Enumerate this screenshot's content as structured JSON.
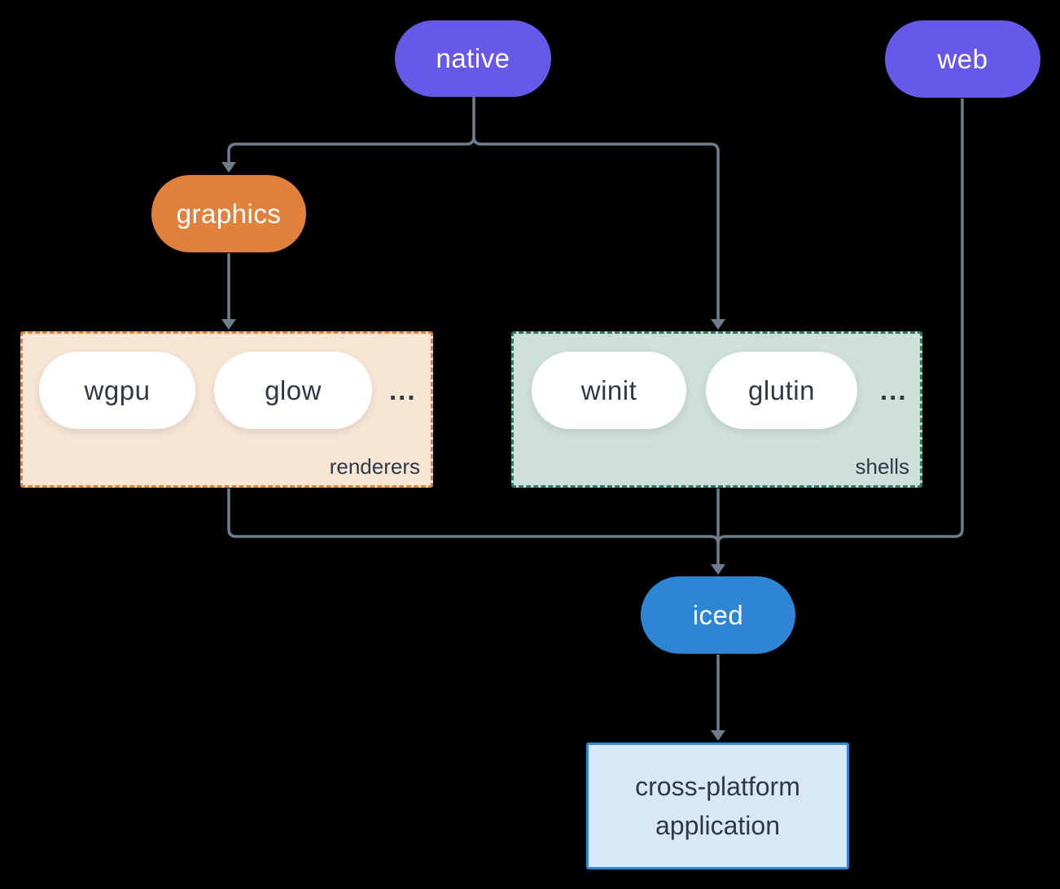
{
  "background_color": "#000000",
  "line_color": "#6E7D8C",
  "nodes": {
    "native": {
      "label": "native",
      "color": "#6659E8",
      "text_color": "#FFFFFF"
    },
    "web": {
      "label": "web",
      "color": "#6659E8",
      "text_color": "#FFFFFF"
    },
    "graphics": {
      "label": "graphics",
      "color": "#E0813C",
      "text_color": "#FFFFFF"
    },
    "iced": {
      "label": "iced",
      "color": "#2D86D4",
      "text_color": "#FFFFFF"
    },
    "application": {
      "label": "cross-platform application",
      "fill": "#D8E8F8",
      "border_color": "#2E86D4",
      "text_color": "#2E3947"
    }
  },
  "groups": {
    "renderers": {
      "label": "renderers",
      "items": [
        "wgpu",
        "glow"
      ],
      "ellipsis": "...",
      "fill": "#F8E5D4",
      "border_color": "#E0813C",
      "item_text_color": "#2E3947"
    },
    "shells": {
      "label": "shells",
      "items": [
        "winit",
        "glutin"
      ],
      "ellipsis": "...",
      "fill": "#CFE0DA",
      "border_color": "#2F7A6B",
      "item_text_color": "#2E3947"
    }
  },
  "edges": [
    {
      "from": "native",
      "to": "graphics"
    },
    {
      "from": "native",
      "to": "shells"
    },
    {
      "from": "graphics",
      "to": "renderers"
    },
    {
      "from": "renderers",
      "to": "iced"
    },
    {
      "from": "shells",
      "to": "iced"
    },
    {
      "from": "web",
      "to": "iced"
    },
    {
      "from": "iced",
      "to": "application"
    }
  ]
}
